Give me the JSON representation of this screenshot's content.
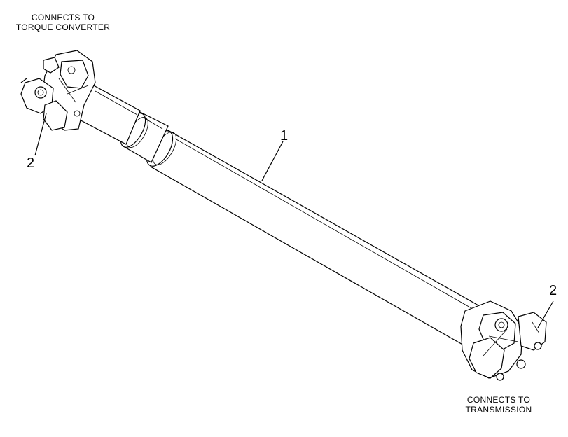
{
  "labels": {
    "top_left_line1": "CONNECTS TO",
    "top_left_line2": "TORQUE CONVERTER",
    "bottom_right_line1": "CONNECTS TO",
    "bottom_right_line2": "TRANSMISSION"
  },
  "callouts": {
    "shaft": "1",
    "yoke_left": "2",
    "yoke_right": "2"
  },
  "colors": {
    "ink": "#000000",
    "paper": "#ffffff"
  }
}
